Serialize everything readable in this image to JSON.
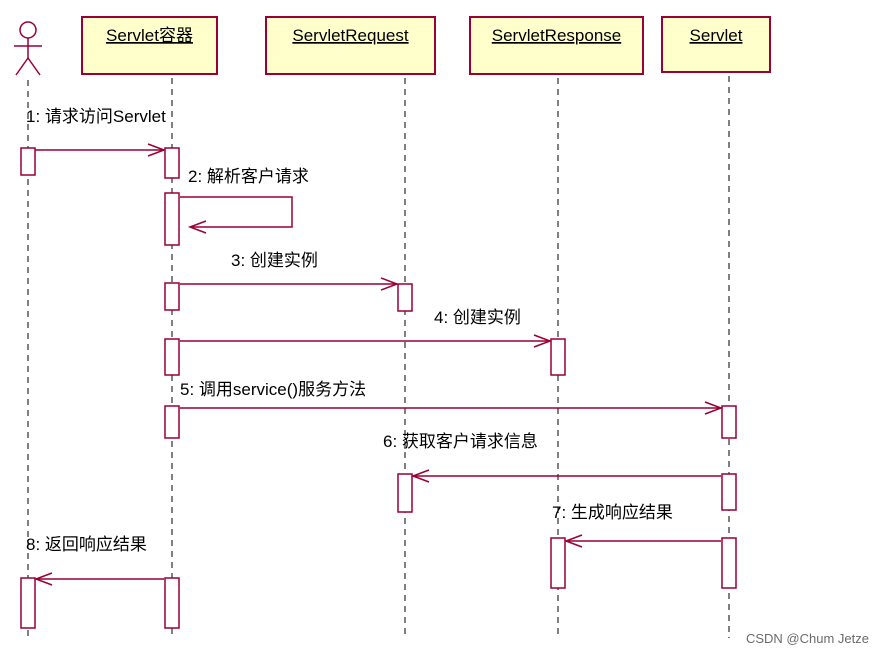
{
  "diagram": {
    "actors": [
      {
        "id": "user",
        "label": ""
      },
      {
        "id": "container",
        "label": "Servlet容器"
      },
      {
        "id": "request",
        "label": "ServletRequest"
      },
      {
        "id": "response",
        "label": "ServletResponse"
      },
      {
        "id": "servlet",
        "label": "Servlet"
      }
    ],
    "messages": [
      {
        "from": "user",
        "to": "container",
        "label": "1: 请求访问Servlet"
      },
      {
        "from": "container",
        "to": "container",
        "label": "2: 解析客户请求"
      },
      {
        "from": "container",
        "to": "request",
        "label": "3: 创建实例"
      },
      {
        "from": "container",
        "to": "response",
        "label": "4: 创建实例"
      },
      {
        "from": "container",
        "to": "servlet",
        "label": "5: 调用service()服务方法"
      },
      {
        "from": "servlet",
        "to": "request",
        "label": "6: 获取客户请求信息"
      },
      {
        "from": "servlet",
        "to": "response",
        "label": "7: 生成响应结果"
      },
      {
        "from": "container",
        "to": "user",
        "label": "8: 返回响应结果"
      }
    ],
    "colors": {
      "box_fill": "#ffffcc",
      "box_border": "#990033",
      "arrow": "#990033",
      "lifeline": "#000000"
    }
  },
  "watermark": "CSDN @Chum Jetze"
}
